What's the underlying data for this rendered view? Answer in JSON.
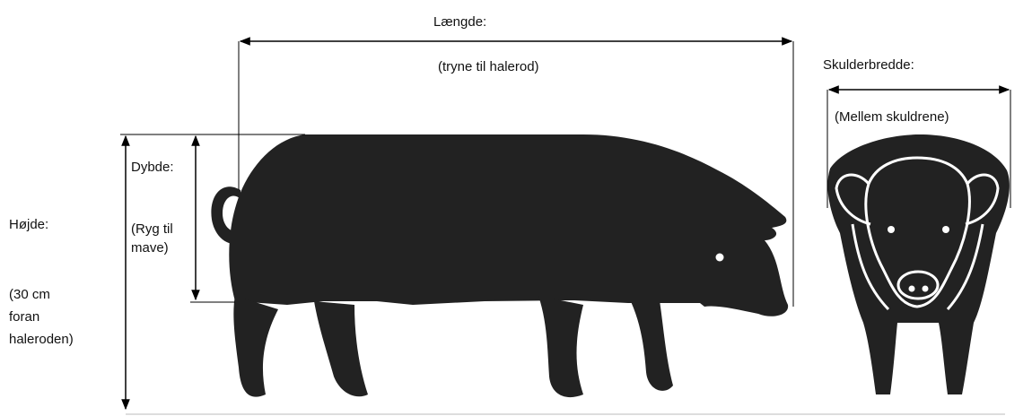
{
  "length": {
    "title": "Længde:",
    "subtitle": "(tryne til halerod)"
  },
  "shoulder": {
    "title": "Skulderbredde:",
    "subtitle": "(Mellem skuldrene)"
  },
  "depth": {
    "title": "Dybde:",
    "line1": "(Ryg til",
    "line2": "mave)"
  },
  "height": {
    "title": "Højde:",
    "line1": "(30 cm",
    "line2": "foran",
    "line3": "haleroden)"
  },
  "colors": {
    "silhouette": "#222222",
    "line": "#000000",
    "background": "#ffffff"
  }
}
